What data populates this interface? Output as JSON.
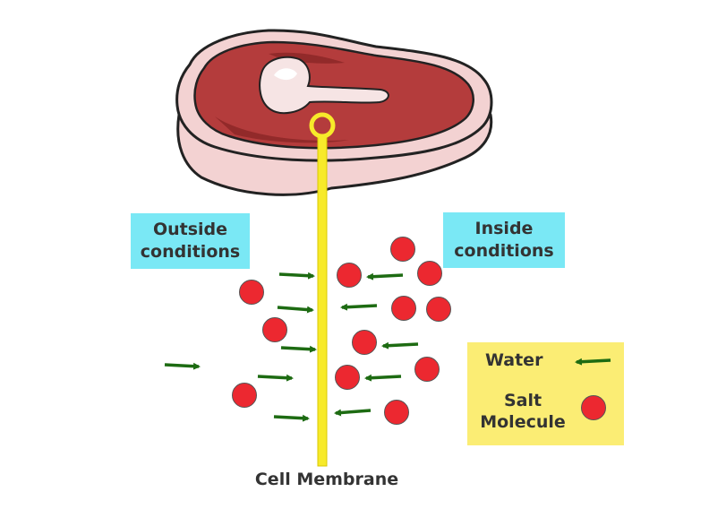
{
  "labels": {
    "outside_line1": "Outside",
    "outside_line2": "conditions",
    "inside_line1": "Inside",
    "inside_line2": "conditions",
    "membrane": "Cell Membrane"
  },
  "legend": {
    "water": "Water",
    "salt_line1": "Salt",
    "salt_line2": "Molecule"
  },
  "colors": {
    "label_box": "#7ae8f5",
    "legend_box": "#fbed74",
    "membrane": "#f7ea2a",
    "salt": "#ec2830",
    "water_arrow": "#1d6b12",
    "meat": "#b43c3c",
    "fat": "#f3d2d2"
  },
  "icons": {
    "water": "arrow-icon",
    "salt": "circle-icon",
    "meat": "steak-icon"
  }
}
